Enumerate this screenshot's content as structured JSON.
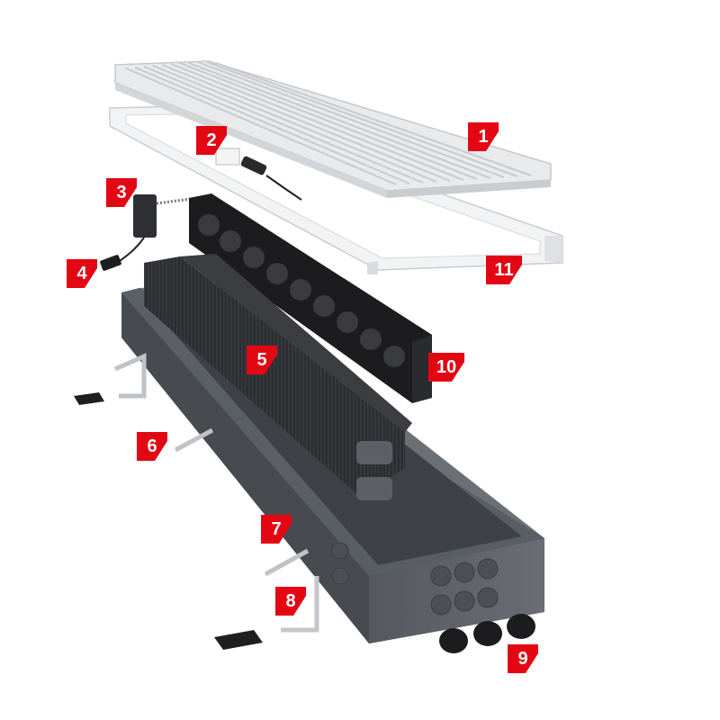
{
  "colors": {
    "label_red": "#e30613",
    "housing": "#4a4f55",
    "heat_exchanger": "#2b2d30",
    "grille": "#e9eaec",
    "fan_unit": "#1c1c1e"
  },
  "callouts": [
    {
      "number": "1",
      "part": "grille"
    },
    {
      "number": "2",
      "part": "connector"
    },
    {
      "number": "3",
      "part": "transformer"
    },
    {
      "number": "4",
      "part": "switch"
    },
    {
      "number": "5",
      "part": "heat-exchanger"
    },
    {
      "number": "6",
      "part": "mounting-bracket"
    },
    {
      "number": "7",
      "part": "mounting-bracket"
    },
    {
      "number": "8",
      "part": "leveling-foot"
    },
    {
      "number": "9",
      "part": "grommets"
    },
    {
      "number": "10",
      "part": "fan-unit"
    },
    {
      "number": "11",
      "part": "frame"
    }
  ]
}
